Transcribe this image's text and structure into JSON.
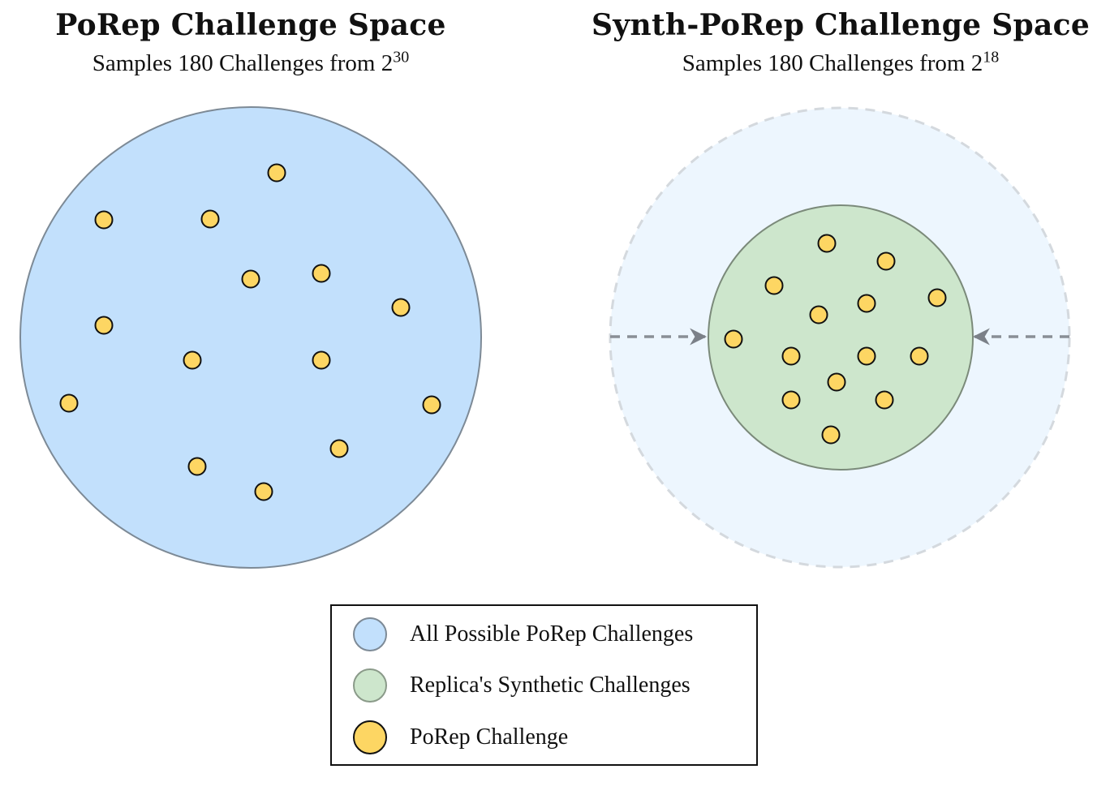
{
  "left_panel": {
    "title": "PoRep Challenge Space",
    "subtitle_text": "Samples 180 Challenges from 2",
    "subtitle_exponent": "30"
  },
  "right_panel": {
    "title": "Synth-PoRep Challenge Space",
    "subtitle_text": "Samples 180 Challenges from 2",
    "subtitle_exponent": "18"
  },
  "legend": {
    "items": [
      {
        "label": "All Possible PoRep Challenges",
        "color": "#c2e0fc"
      },
      {
        "label": "Replica's Synthetic Challenges",
        "color": "#cde6cc"
      },
      {
        "label": "PoRep Challenge",
        "color": "#fdd663"
      }
    ]
  },
  "colors": {
    "all_space": "#c2e0fc",
    "faded_space": "#edf6fe",
    "synthetic_space": "#cde6cc",
    "challenge": "#fdd663",
    "arrow": "#8a8f96"
  }
}
